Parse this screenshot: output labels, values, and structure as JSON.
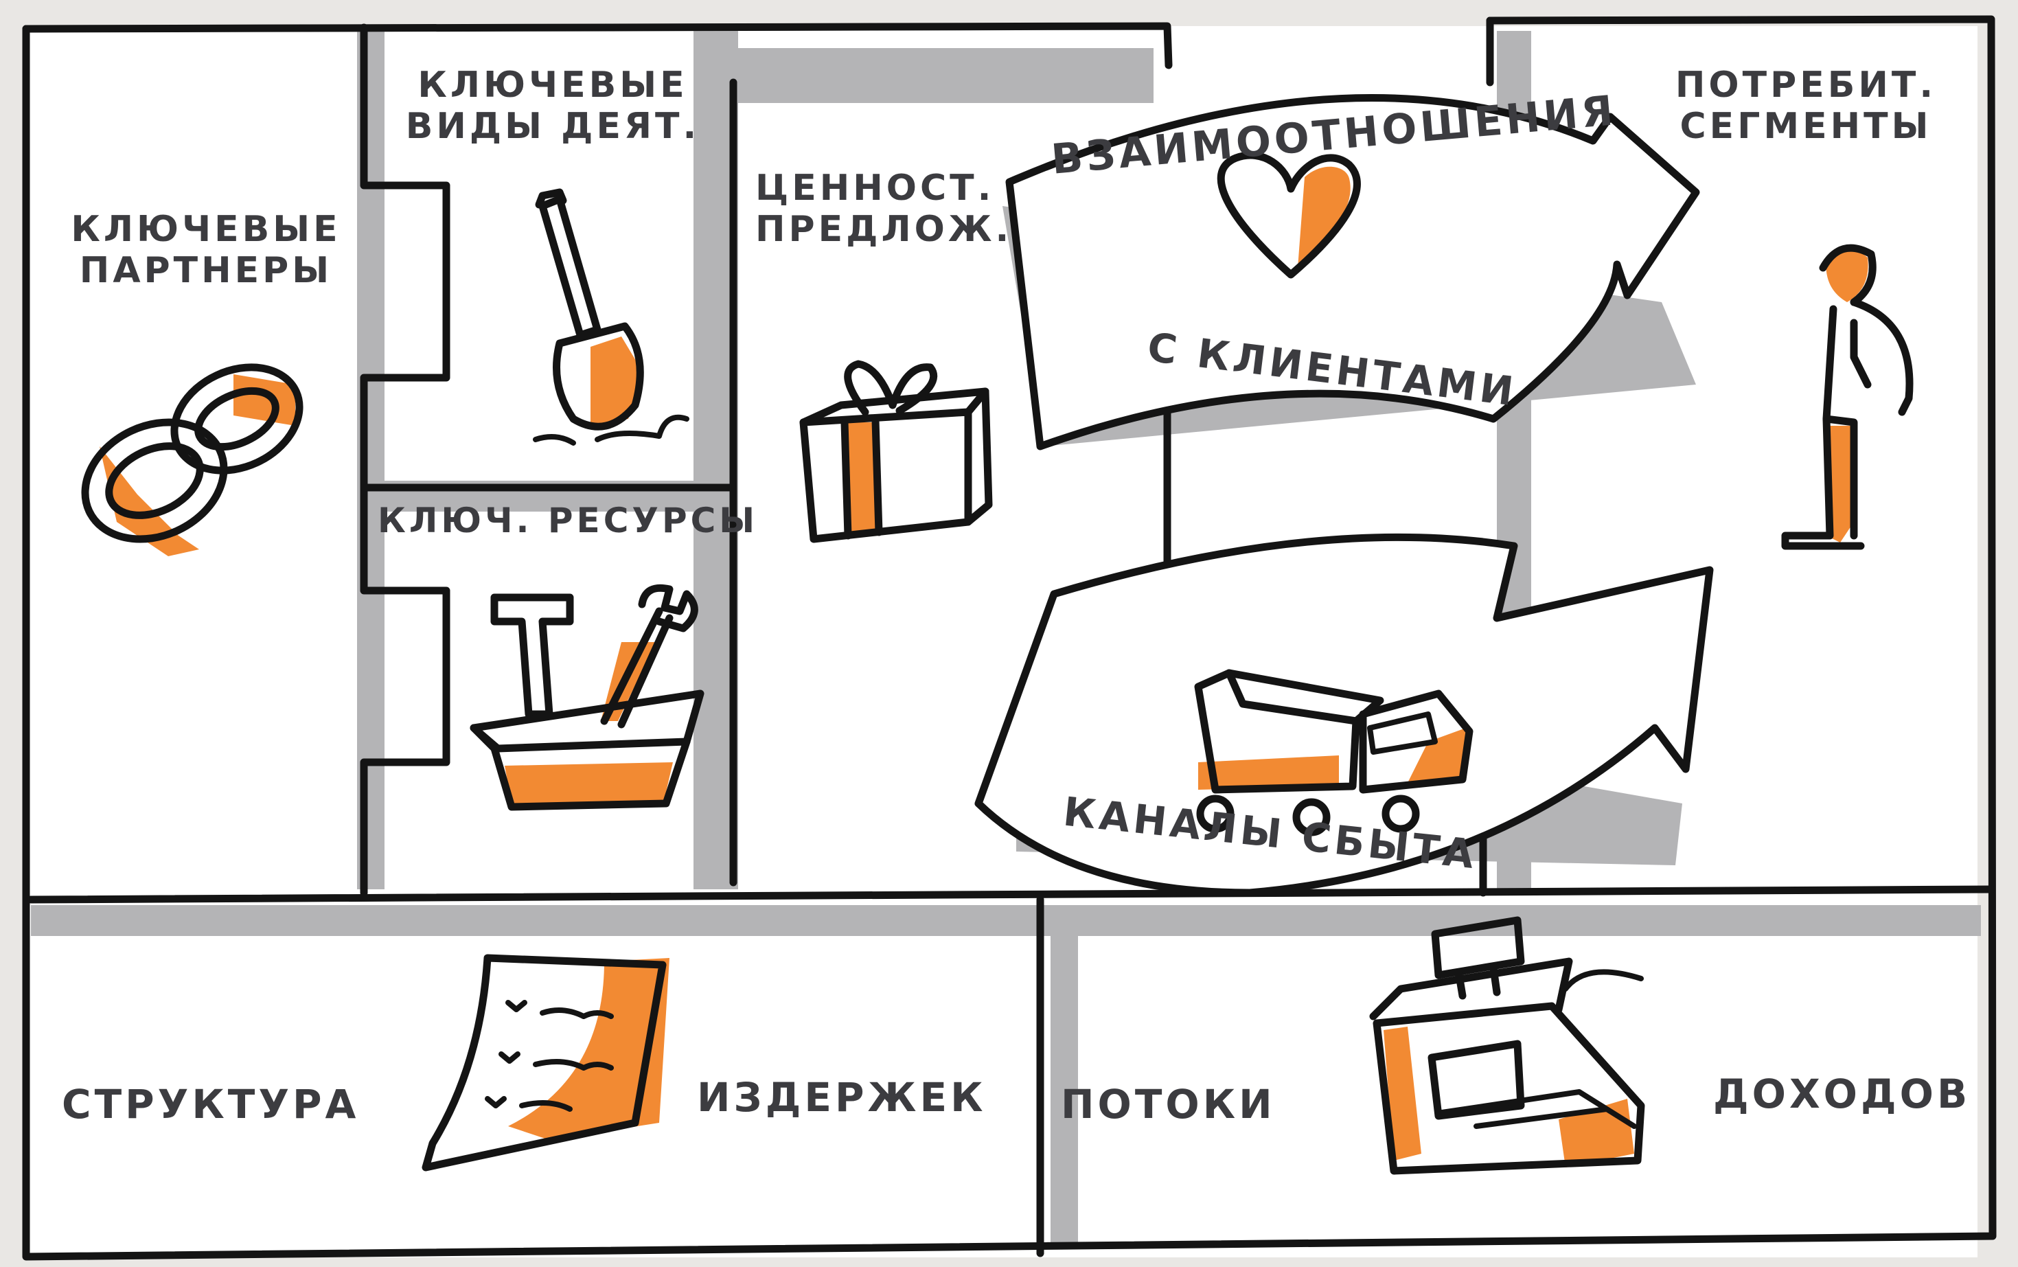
{
  "canvas": {
    "key_partners": "КЛЮЧЕВЫЕ ПАРТНЕРЫ",
    "key_activities": "КЛЮЧЕВЫЕ ВИДЫ ДЕЯТ.",
    "key_resources": "КЛЮЧ. РЕСУРСЫ",
    "value_proposition": "ЦЕННОСТ. ПРЕДЛОЖ.",
    "relationships_top": "ВЗАИМООТНОШЕНИЯ",
    "relationships_bottom": "с КЛИЕНТАМИ",
    "channels": "КАНАЛЫ СБЫТА",
    "customer_segments": "ПОТРЕБИТ. СЕГМЕНТЫ",
    "cost_structure_left": "СТРУКТУРА",
    "cost_structure_right": "ИЗДЕРЖЕК",
    "revenue_streams_left": "ПОТОКИ",
    "revenue_streams_right": "ДОХОДОВ"
  },
  "icons": [
    "interlocked-rings-icon",
    "shovel-icon",
    "toolbox-icon",
    "gift-icon",
    "heart-icon",
    "truck-icon",
    "person-icon",
    "document-icon",
    "cash-register-icon"
  ],
  "colors": {
    "accent": "#f28a33",
    "ink": "#141414",
    "shadow": "#b4b4b6",
    "paper": "#ffffff"
  }
}
